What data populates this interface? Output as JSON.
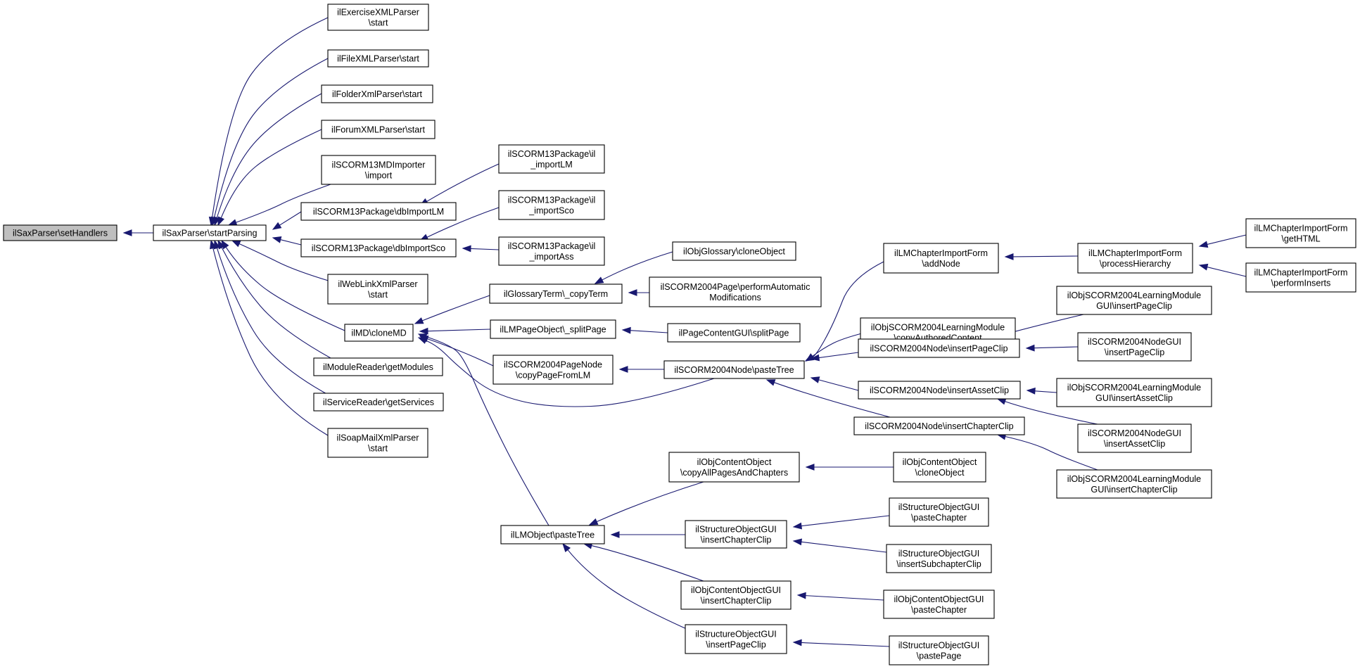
{
  "graph": {
    "colors": {
      "edge": "#191970",
      "border": "#000000",
      "node_fill": "#ffffff",
      "root_fill": "#bfbfbf"
    },
    "nodes": [
      {
        "id": "setHandlers",
        "lines": [
          "ilSaxParser\\setHandlers"
        ],
        "root": true
      },
      {
        "id": "startParsing",
        "lines": [
          "ilSaxParser\\startParsing"
        ]
      },
      {
        "id": "exerciseXml",
        "lines": [
          "ilExerciseXMLParser",
          "\\start"
        ]
      },
      {
        "id": "fileXml",
        "lines": [
          "ilFileXMLParser\\start"
        ]
      },
      {
        "id": "folderXml",
        "lines": [
          "ilFolderXmlParser\\start"
        ]
      },
      {
        "id": "forumXml",
        "lines": [
          "ilForumXMLParser\\start"
        ]
      },
      {
        "id": "scorm13MD",
        "lines": [
          "ilSCORM13MDImporter",
          "\\import"
        ]
      },
      {
        "id": "dbImportLM",
        "lines": [
          "ilSCORM13Package\\dbImportLM"
        ]
      },
      {
        "id": "dbImportSco",
        "lines": [
          "ilSCORM13Package\\dbImportSco"
        ]
      },
      {
        "id": "webLink",
        "lines": [
          "ilWebLinkXmlParser",
          "\\start"
        ]
      },
      {
        "id": "cloneMD",
        "lines": [
          "ilMD\\cloneMD"
        ]
      },
      {
        "id": "moduleReader",
        "lines": [
          "ilModuleReader\\getModules"
        ]
      },
      {
        "id": "serviceReader",
        "lines": [
          "ilServiceReader\\getServices"
        ]
      },
      {
        "id": "soapMail",
        "lines": [
          "ilSoapMailXmlParser",
          "\\start"
        ]
      },
      {
        "id": "importLM",
        "lines": [
          "ilSCORM13Package\\il",
          "_importLM"
        ]
      },
      {
        "id": "importSco",
        "lines": [
          "ilSCORM13Package\\il",
          "_importSco"
        ]
      },
      {
        "id": "importAss",
        "lines": [
          "ilSCORM13Package\\il",
          "_importAss"
        ]
      },
      {
        "id": "copyTerm",
        "lines": [
          "ilGlossaryTerm\\_copyTerm"
        ]
      },
      {
        "id": "splitPageObj",
        "lines": [
          "ilLMPageObject\\_splitPage"
        ]
      },
      {
        "id": "copyPageFromLM",
        "lines": [
          "ilSCORM2004PageNode",
          "\\copyPageFromLM"
        ]
      },
      {
        "id": "lmPasteTree",
        "lines": [
          "ilLMObject\\pasteTree"
        ]
      },
      {
        "id": "glossaryClone",
        "lines": [
          "ilObjGlossary\\cloneObject"
        ]
      },
      {
        "id": "performAuto",
        "lines": [
          "ilSCORM2004Page\\performAutomatic",
          "Modifications"
        ]
      },
      {
        "id": "splitPageGUI",
        "lines": [
          "ilPageContentGUI\\splitPage"
        ]
      },
      {
        "id": "scoPasteTree",
        "lines": [
          "ilSCORM2004Node\\pasteTree"
        ]
      },
      {
        "id": "copyAllPages",
        "lines": [
          "ilObjContentObject",
          "\\copyAllPagesAndChapters"
        ]
      },
      {
        "id": "structInsChap",
        "lines": [
          "ilStructureObjectGUI",
          "\\insertChapterClip"
        ]
      },
      {
        "id": "contInsChap",
        "lines": [
          "ilObjContentObjectGUI",
          "\\insertChapterClip"
        ]
      },
      {
        "id": "structInsPage",
        "lines": [
          "ilStructureObjectGUI",
          "\\insertPageClip"
        ]
      },
      {
        "id": "lmAddNode",
        "lines": [
          "ilLMChapterImportForm",
          "\\addNode"
        ]
      },
      {
        "id": "copyAuthored",
        "lines": [
          "ilObjSCORM2004LearningModule",
          "\\copyAuthoredContent"
        ]
      },
      {
        "id": "nodeInsPage",
        "lines": [
          "ilSCORM2004Node\\insertPageClip"
        ]
      },
      {
        "id": "nodeInsAsset",
        "lines": [
          "ilSCORM2004Node\\insertAssetClip"
        ]
      },
      {
        "id": "nodeInsChap",
        "lines": [
          "ilSCORM2004Node\\insertChapterClip"
        ]
      },
      {
        "id": "processHier",
        "lines": [
          "ilLMChapterImportForm",
          "\\processHierarchy"
        ]
      },
      {
        "id": "contClone",
        "lines": [
          "ilObjContentObject",
          "\\cloneObject"
        ]
      },
      {
        "id": "structPasteChap",
        "lines": [
          "ilStructureObjectGUI",
          "\\pasteChapter"
        ]
      },
      {
        "id": "structInsSub",
        "lines": [
          "ilStructureObjectGUI",
          "\\insertSubchapterClip"
        ]
      },
      {
        "id": "contPasteChap",
        "lines": [
          "ilObjContentObjectGUI",
          "\\pasteChapter"
        ]
      },
      {
        "id": "structPastePage",
        "lines": [
          "ilStructureObjectGUI",
          "\\pastePage"
        ]
      },
      {
        "id": "lmGuiInsPage",
        "lines": [
          "ilObjSCORM2004LearningModule",
          "GUI\\insertPageClip"
        ]
      },
      {
        "id": "nodeGuiInsPage",
        "lines": [
          "ilSCORM2004NodeGUI",
          "\\insertPageClip"
        ]
      },
      {
        "id": "lmGuiInsAsset",
        "lines": [
          "ilObjSCORM2004LearningModule",
          "GUI\\insertAssetClip"
        ]
      },
      {
        "id": "nodeGuiInsAsset",
        "lines": [
          "ilSCORM2004NodeGUI",
          "\\insertAssetClip"
        ]
      },
      {
        "id": "lmGuiInsChap",
        "lines": [
          "ilObjSCORM2004LearningModule",
          "GUI\\insertChapterClip"
        ]
      },
      {
        "id": "getHTML",
        "lines": [
          "ilLMChapterImportForm",
          "\\getHTML"
        ]
      },
      {
        "id": "performInserts",
        "lines": [
          "ilLMChapterImportForm",
          "\\performInserts"
        ]
      }
    ],
    "edges": [
      [
        "startParsing",
        "setHandlers"
      ],
      [
        "exerciseXml",
        "startParsing"
      ],
      [
        "fileXml",
        "startParsing"
      ],
      [
        "folderXml",
        "startParsing"
      ],
      [
        "forumXml",
        "startParsing"
      ],
      [
        "scorm13MD",
        "startParsing"
      ],
      [
        "dbImportLM",
        "startParsing"
      ],
      [
        "dbImportSco",
        "startParsing"
      ],
      [
        "webLink",
        "startParsing"
      ],
      [
        "cloneMD",
        "startParsing"
      ],
      [
        "moduleReader",
        "startParsing"
      ],
      [
        "serviceReader",
        "startParsing"
      ],
      [
        "soapMail",
        "startParsing"
      ],
      [
        "importLM",
        "dbImportLM"
      ],
      [
        "importSco",
        "dbImportSco"
      ],
      [
        "importAss",
        "dbImportSco"
      ],
      [
        "copyTerm",
        "cloneMD"
      ],
      [
        "splitPageObj",
        "cloneMD"
      ],
      [
        "copyPageFromLM",
        "cloneMD"
      ],
      [
        "scoPasteTree",
        "cloneMD"
      ],
      [
        "lmPasteTree",
        "cloneMD"
      ],
      [
        "glossaryClone",
        "copyTerm"
      ],
      [
        "performAuto",
        "copyTerm"
      ],
      [
        "splitPageGUI",
        "splitPageObj"
      ],
      [
        "scoPasteTree",
        "copyPageFromLM"
      ],
      [
        "lmAddNode",
        "scoPasteTree"
      ],
      [
        "copyAuthored",
        "scoPasteTree"
      ],
      [
        "nodeInsPage",
        "scoPasteTree"
      ],
      [
        "nodeInsAsset",
        "scoPasteTree"
      ],
      [
        "nodeInsChap",
        "scoPasteTree"
      ],
      [
        "processHier",
        "lmAddNode"
      ],
      [
        "getHTML",
        "processHier"
      ],
      [
        "performInserts",
        "processHier"
      ],
      [
        "lmGuiInsPage",
        "nodeInsPage"
      ],
      [
        "nodeGuiInsPage",
        "nodeInsPage"
      ],
      [
        "lmGuiInsAsset",
        "nodeInsAsset"
      ],
      [
        "nodeGuiInsAsset",
        "nodeInsAsset"
      ],
      [
        "lmGuiInsChap",
        "nodeInsChap"
      ],
      [
        "copyAllPages",
        "lmPasteTree"
      ],
      [
        "structInsChap",
        "lmPasteTree"
      ],
      [
        "contInsChap",
        "lmPasteTree"
      ],
      [
        "structInsPage",
        "lmPasteTree"
      ],
      [
        "contClone",
        "copyAllPages"
      ],
      [
        "structPasteChap",
        "structInsChap"
      ],
      [
        "structInsSub",
        "structInsChap"
      ],
      [
        "contPasteChap",
        "contInsChap"
      ],
      [
        "structPastePage",
        "structInsPage"
      ]
    ]
  }
}
